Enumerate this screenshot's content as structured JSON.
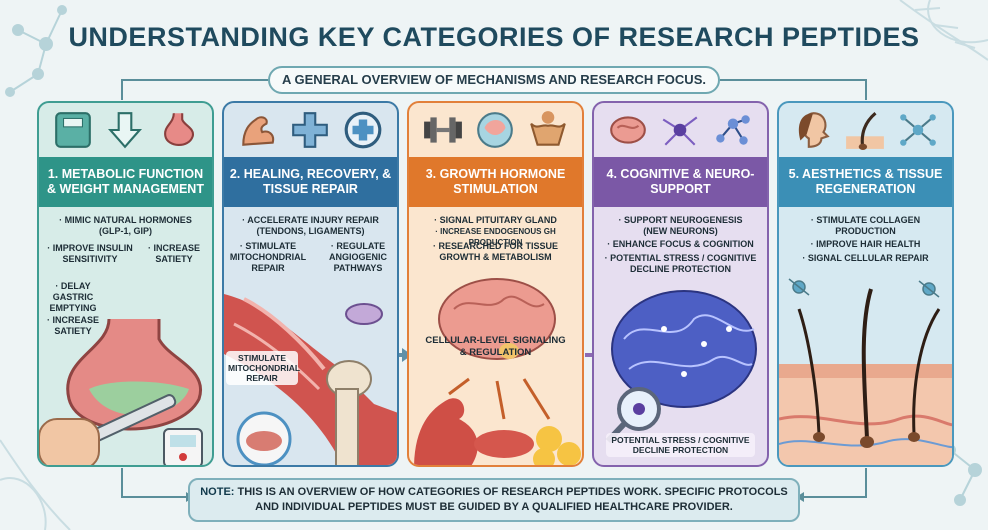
{
  "title": "UNDERSTANDING KEY CATEGORIES OF RESEARCH PEPTIDES",
  "subtitle": "A GENERAL OVERVIEW OF MECHANISMS AND RESEARCH FOCUS.",
  "panels": [
    {
      "heading": "1. METABOLIC FUNCTION & WEIGHT MANAGEMENT",
      "bullets": [
        "MIMIC NATURAL HORMONES (GLP-1, GIP)",
        "IMPROVE INSULIN SENSITIVITY",
        "INCREASE SATIETY",
        "DELAY GASTRIC EMPTYING",
        "INCREASE SATIETY"
      ],
      "colors": {
        "head": "#2e9488",
        "bg": "#d7ece8",
        "border": "#3f9d92"
      }
    },
    {
      "heading": "2. HEALING, RECOVERY, & TISSUE REPAIR",
      "bullets": [
        "ACCELERATE INJURY REPAIR (TENDONS, LIGAMENTS)",
        "STIMULATE MITOCHONDRIAL REPAIR",
        "REGULATE ANGIOGENIC PATHWAYS",
        "STIMULATE MITOCHONDRIAL REPAIR"
      ],
      "colors": {
        "head": "#2f6f9f",
        "bg": "#d9e6ef",
        "border": "#3c7aa6"
      }
    },
    {
      "heading": "3. GROWTH HORMONE STIMULATION",
      "bullets": [
        "SIGNAL PITUITARY GLAND",
        "INCREASE ENDOGENOUS GH PRODUCTION",
        "RESEARCHED FOR TISSUE GROWTH & METABOLISM",
        "CELLULAR-LEVEL SIGNALING & REGULATION"
      ],
      "colors": {
        "head": "#e0782b",
        "bg": "#fbe6cf",
        "border": "#e2803a"
      }
    },
    {
      "heading": "4. COGNITIVE & NEURO-SUPPORT",
      "bullets": [
        "SUPPORT NEUROGENESIS (NEW NEURONS)",
        "ENHANCE FOCUS & COGNITION",
        "POTENTIAL STRESS / COGNITIVE DECLINE PROTECTION",
        "POTENTIAL STRESS / COGNITIVE DECLINE PROTECTION"
      ],
      "colors": {
        "head": "#7b58a6",
        "bg": "#e6def0",
        "border": "#8463ad"
      }
    },
    {
      "heading": "5. AESTHETICS & TISSUE REGENERATION",
      "bullets": [
        "STIMULATE COLLAGEN PRODUCTION",
        "IMPROVE HAIR HEALTH",
        "SIGNAL CELLULAR REPAIR"
      ],
      "colors": {
        "head": "#3b8fb6",
        "bg": "#d6e9f1",
        "border": "#4a98bd"
      }
    }
  ],
  "note": {
    "label": "NOTE:",
    "text": "THIS IS AN OVERVIEW OF HOW CATEGORIES OF RESEARCH PEPTIDES WORK. SPECIFIC PROTOCOLS AND INDIVIDUAL PEPTIDES MUST BE GUIDED BY A QUALIFIED HEALTHCARE PROVIDER."
  }
}
